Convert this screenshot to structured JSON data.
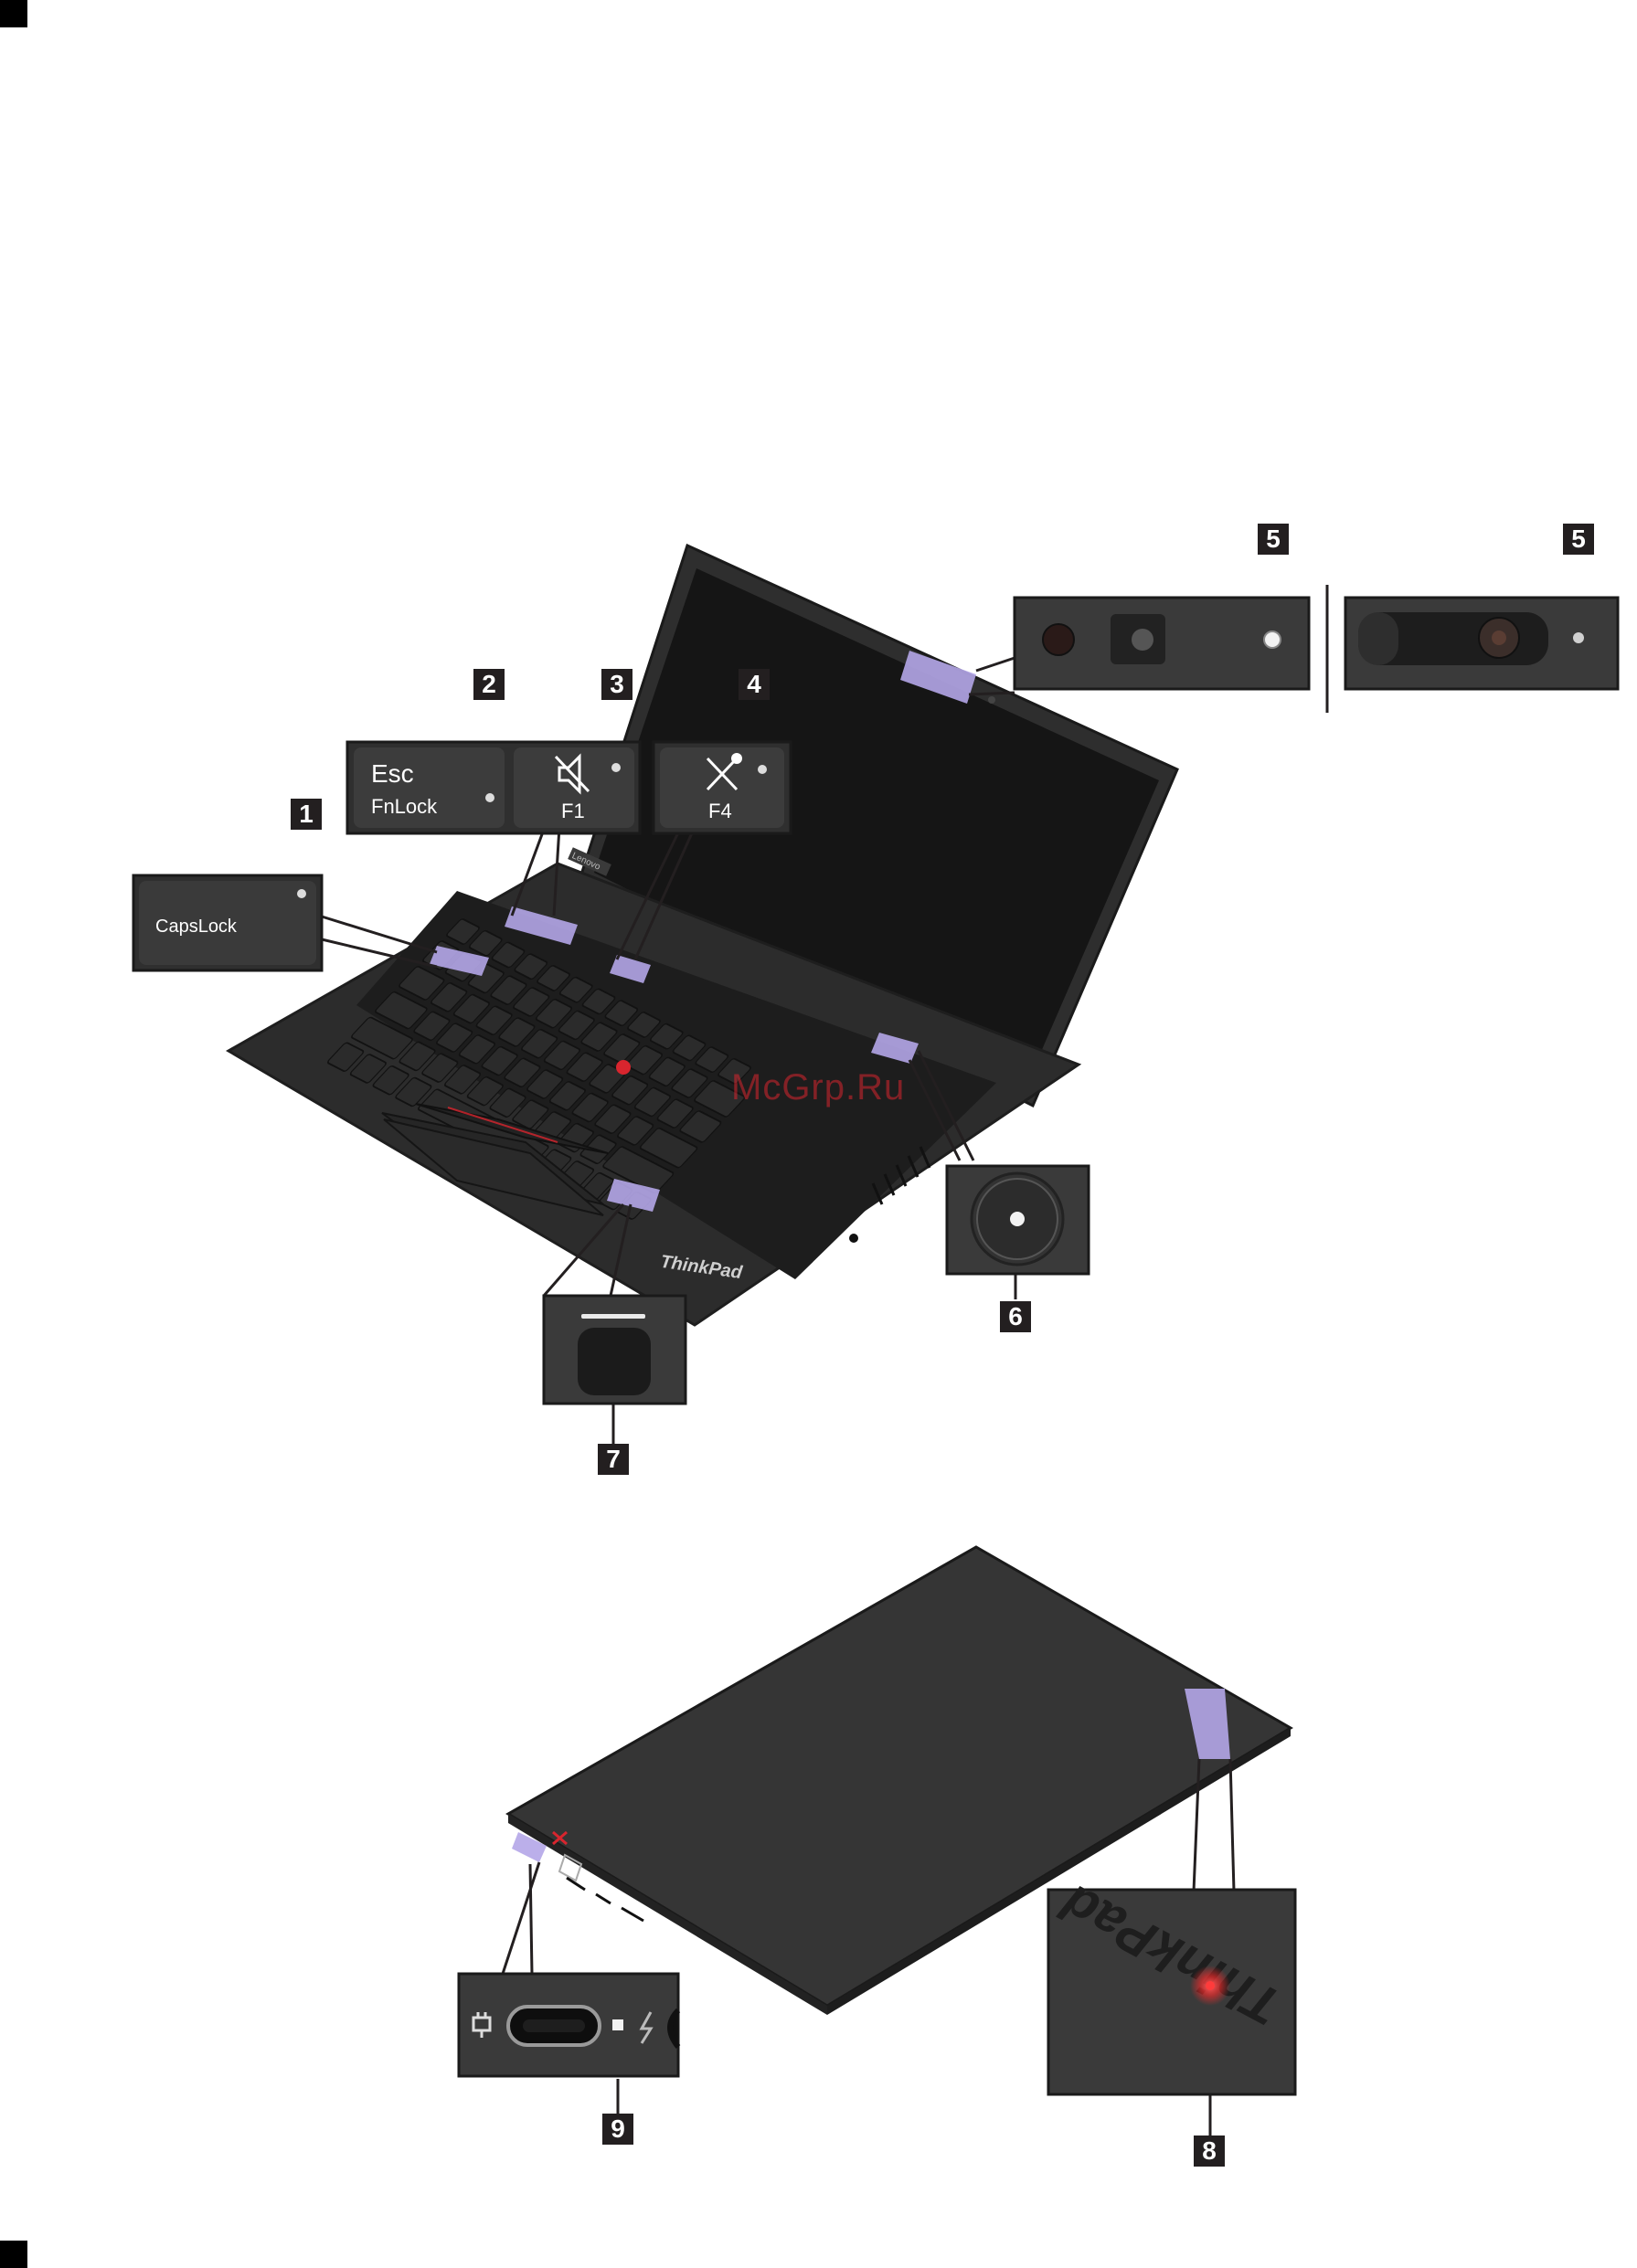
{
  "page": {
    "watermark": "McGrp.Ru"
  },
  "callouts": [
    "1",
    "2",
    "3",
    "4",
    "5",
    "5",
    "6",
    "7",
    "8",
    "9"
  ],
  "keys": {
    "capslock": "CapsLock",
    "esc": "Esc",
    "fnlock": "FnLock",
    "f1": "F1",
    "f4": "F4"
  },
  "logos": {
    "lenovo": "Lenovo",
    "thinkpad_palmrest": "ThinkPad",
    "thinkpad_lid": "ThinkPad"
  },
  "colors": {
    "highlight": "#b4a6e8",
    "callout_bg": "#231f20",
    "chassis": "#2b2b2b",
    "screen": "#161616",
    "trackpoint": "#d8252e",
    "indicator_led": "#ff3b3b"
  }
}
